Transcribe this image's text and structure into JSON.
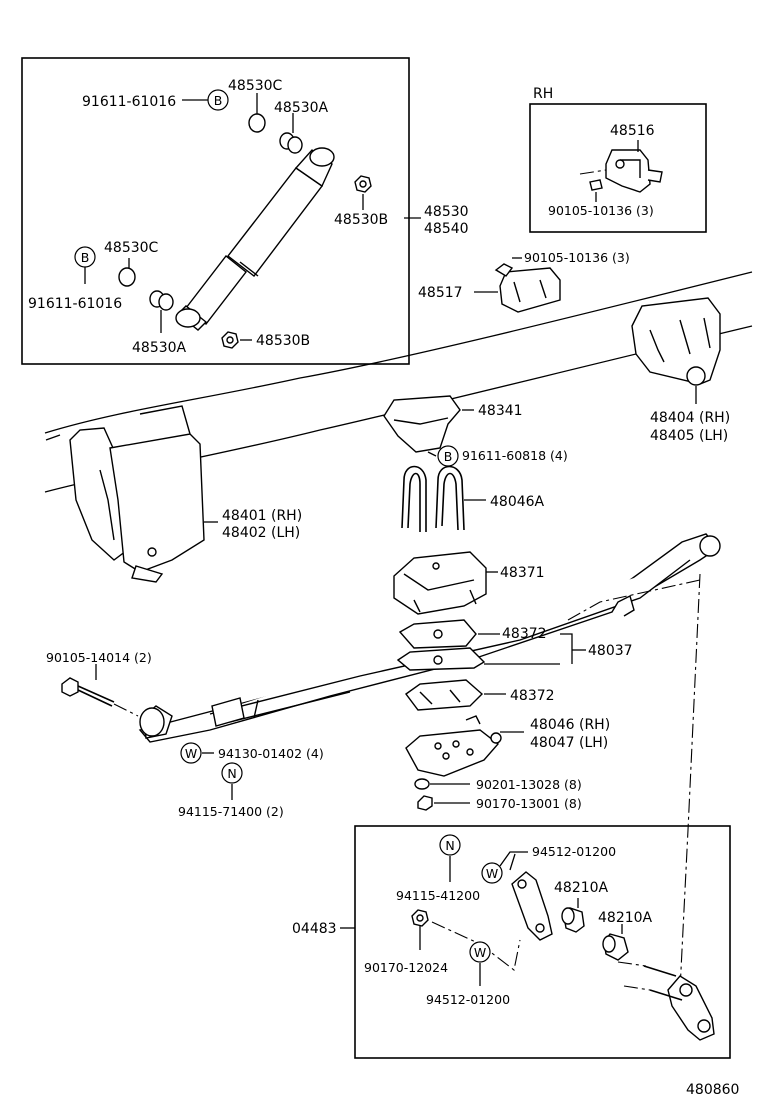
{
  "diagram_id": "480860",
  "rh_label": "RH",
  "symbols": {
    "b": "B",
    "n": "N",
    "w": "W"
  },
  "parts": {
    "p48530C_top": "48530C",
    "p91611_61016_top": "91611-61016",
    "p48530A_top": "48530A",
    "p48530B_right": "48530B",
    "p48530": "48530",
    "p48540": "48540",
    "p48530C_left": "48530C",
    "p91611_61016_left": "91611-61016",
    "p48530A_bottom": "48530A",
    "p48530B_bottom": "48530B",
    "p48516": "48516",
    "p90105_10136_rh": "90105-10136 (3)",
    "p90105_10136": "90105-10136 (3)",
    "p48517": "48517",
    "p48404": "48404 (RH)",
    "p48405": "48405 (LH)",
    "p48341": "48341",
    "p91611_60818": "91611-60818 (4)",
    "p48046A": "48046A",
    "p48401": "48401 (RH)",
    "p48402": "48402 (LH)",
    "p48371": "48371",
    "p48372_top": "48372",
    "p48037": "48037",
    "p48372_bottom": "48372",
    "p90105_14014": "90105-14014 (2)",
    "p48046": "48046 (RH)",
    "p48047": "48047 (LH)",
    "p94130_01402": "94130-01402 (4)",
    "p90201_13028": "90201-13028 (8)",
    "p90170_13001": "90170-13001 (8)",
    "p94115_71400": "94115-71400 (2)",
    "p94512_01200_top": "94512-01200",
    "p94115_41200": "94115-41200",
    "p48210A_top": "48210A",
    "p04483": "04483",
    "p48210A_right": "48210A",
    "p90170_12024": "90170-12024",
    "p94512_01200_bottom": "94512-01200"
  }
}
